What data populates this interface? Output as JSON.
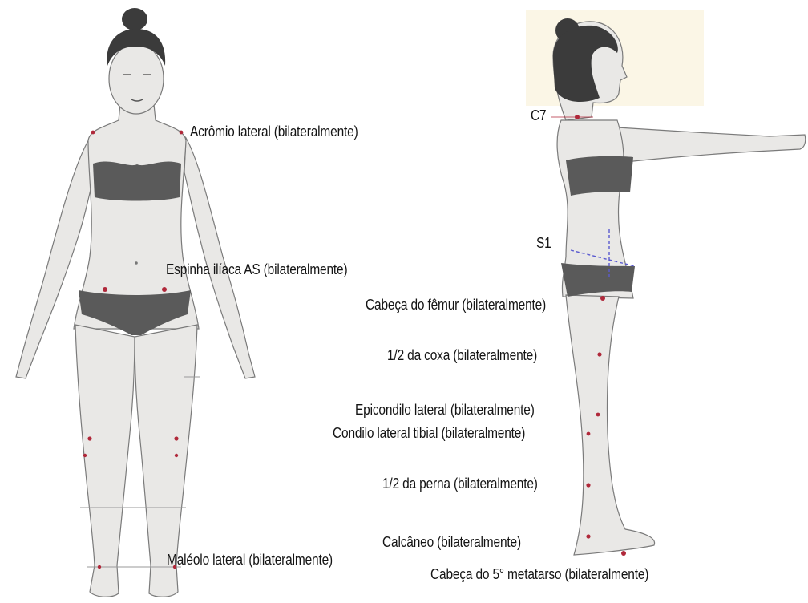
{
  "colors": {
    "skin": "#e9e8e6",
    "outline": "#7a7a7a",
    "hair": "#3b3b3b",
    "garment": "#5a5a5a",
    "marker": "#b0283a",
    "guide_line": "#5a5ad0",
    "wall": "#fbf6e6"
  },
  "front_view": {
    "icon": "front-standing-figure",
    "labels": {
      "acromion": "Acrômio lateral (bilateralmente)",
      "asis": "Espinha ilíaca AS (bilateralmente)",
      "malleolus": "Maléolo lateral (bilateralmente)"
    }
  },
  "side_view": {
    "icon": "side-standing-figure-arms-forward",
    "labels": {
      "c7": "C7",
      "s1": "S1",
      "femur_head": "Cabeça do fêmur (bilateralmente)",
      "mid_thigh": "1/2 da coxa (bilateralmente)",
      "epicondyle": "Epicondilo lateral (bilateralmente)",
      "tibial_condyle": "Condilo lateral tibial (bilateralmente)",
      "mid_leg": "1/2 da perna (bilateralmente)",
      "calcaneus": "Calcâneo (bilateralmente)",
      "metatarsal": "Cabeça do 5° metatarso (bilateralmente)"
    }
  }
}
